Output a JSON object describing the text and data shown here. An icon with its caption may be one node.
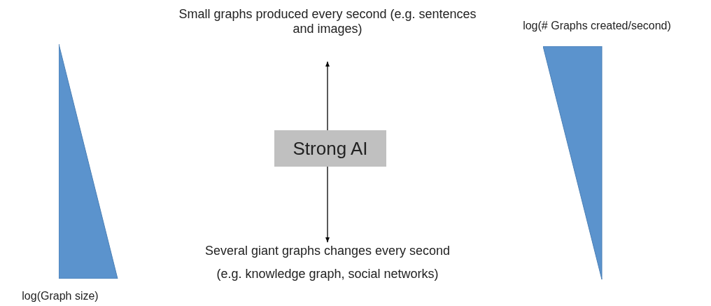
{
  "diagram": {
    "nodes": [
      {
        "text": [
          "Small graphs produced every second (e.g. sentences and images)"
        ]
      },
      {
        "text": [
          "Strong AI"
        ]
      },
      {
        "text": [
          "Several giant graphs changes every second",
          "(e.g. knowledge graph, social networks)"
        ]
      },
      {
        "text": [],
        "shape": "triangle",
        "beside": [
          "log(Graph size)"
        ]
      },
      {
        "text": [],
        "shape": "triangle",
        "beside": [
          "log(# Graphs created/second)"
        ]
      }
    ],
    "edges": [
      {
        "from": 1,
        "to": 0,
        "arrow": "to"
      },
      {
        "from": 1,
        "to": 2,
        "arrow": "to"
      }
    ]
  }
}
